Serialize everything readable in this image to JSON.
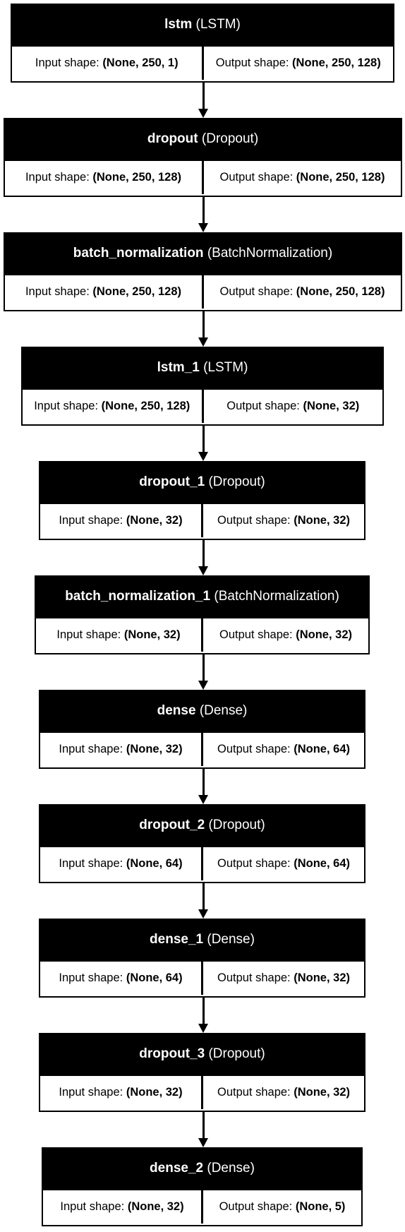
{
  "labels": {
    "input": "Input shape: ",
    "output": "Output shape: "
  },
  "layers": [
    {
      "name": "lstm",
      "type": "(LSTM)",
      "input_shape": "(None, 250, 1)",
      "output_shape": "(None, 250, 128)"
    },
    {
      "name": "dropout",
      "type": "(Dropout)",
      "input_shape": "(None, 250, 128)",
      "output_shape": "(None, 250, 128)"
    },
    {
      "name": "batch_normalization",
      "type": "(BatchNormalization)",
      "input_shape": "(None, 250, 128)",
      "output_shape": "(None, 250, 128)"
    },
    {
      "name": "lstm_1",
      "type": "(LSTM)",
      "input_shape": "(None, 250, 128)",
      "output_shape": "(None, 32)"
    },
    {
      "name": "dropout_1",
      "type": "(Dropout)",
      "input_shape": "(None, 32)",
      "output_shape": "(None, 32)"
    },
    {
      "name": "batch_normalization_1",
      "type": "(BatchNormalization)",
      "input_shape": "(None, 32)",
      "output_shape": "(None, 32)"
    },
    {
      "name": "dense",
      "type": "(Dense)",
      "input_shape": "(None, 32)",
      "output_shape": "(None, 64)"
    },
    {
      "name": "dropout_2",
      "type": "(Dropout)",
      "input_shape": "(None, 64)",
      "output_shape": "(None, 64)"
    },
    {
      "name": "dense_1",
      "type": "(Dense)",
      "input_shape": "(None, 64)",
      "output_shape": "(None, 32)"
    },
    {
      "name": "dropout_3",
      "type": "(Dropout)",
      "input_shape": "(None, 32)",
      "output_shape": "(None, 32)"
    },
    {
      "name": "dense_2",
      "type": "(Dense)",
      "input_shape": "(None, 32)",
      "output_shape": "(None, 5)"
    }
  ]
}
